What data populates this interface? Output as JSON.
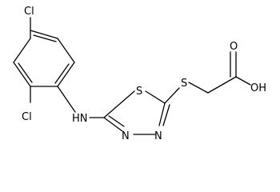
{
  "molecule": {
    "colors": {
      "bond": "#000000",
      "label": "#000000",
      "background": "#ffffff"
    },
    "atom_labels": {
      "cl_top": "Cl",
      "cl_bottom": "Cl",
      "nh": "HN",
      "s_ring": "S",
      "n_ring_left": "N",
      "n_ring_right": "N",
      "s_thioether": "S",
      "o_carbonyl": "O",
      "oh": "OH"
    }
  }
}
